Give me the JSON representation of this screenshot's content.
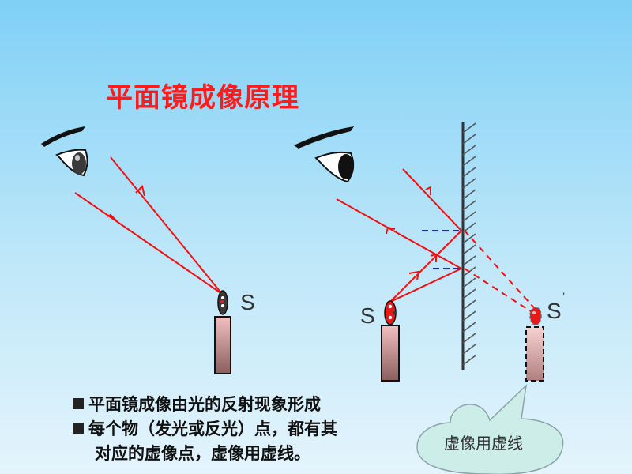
{
  "title": "平面镜成像原理",
  "left_diagram": {
    "source_label": "S"
  },
  "right_diagram": {
    "source_label": "S",
    "image_label": "S",
    "image_prime": "’"
  },
  "bullets": [
    {
      "text": "平面镜成像由光的反射现象形成"
    },
    {
      "text": "每个物（发光或反光）点，都有其"
    },
    {
      "text": "对应的虚像点，虚像用虚线。",
      "continuation": true
    }
  ],
  "callout": {
    "text": "虚像用虚线"
  },
  "colors": {
    "ray": "#f01010",
    "normal_dash": "#1a22dd",
    "title": "#ff1b1b",
    "candle": "#e7a7a7",
    "callout_fill": "#cdeee8"
  },
  "icons": [
    "eye-icon",
    "candle-icon",
    "flame-icon",
    "arrowhead-icon",
    "mirror-hatch-icon",
    "bullet-square-icon"
  ]
}
